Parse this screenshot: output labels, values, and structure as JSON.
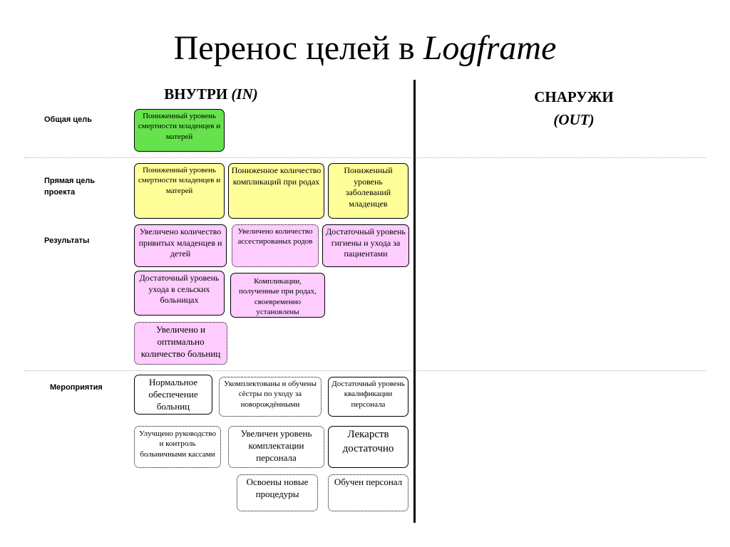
{
  "title": {
    "main": "Перенос целей в ",
    "em": "Logframe"
  },
  "columns": {
    "inside": {
      "label": "ВНУТРИ ",
      "em": "(IN)"
    },
    "outside": {
      "label": "СНАРУЖИ",
      "em": "(OUT)"
    }
  },
  "row_labels": {
    "goal": "Общая цель",
    "purpose": "Прямая цель проекта",
    "results": "Результаты",
    "activities": "Мероприятия"
  },
  "goal": {
    "box1": "Пониженный уровень смертности младенцев  и матерей"
  },
  "purpose": {
    "box1": "Пониженный уровень смертности младенцев  и матерей",
    "box2": "Пониженное количество компликаций при родах",
    "box3": "Пониженный уровень заболеваний младенцев"
  },
  "results": {
    "box1": "Увеличено количество привитых младенцев и детей",
    "box2": "Увеличено количество ассестированых родов",
    "box3": "Достаточный уровень  гигиены и ухода за пациентами",
    "box4": "Достаточный уровень ухода в сельских больницах",
    "box5": "Компликации, полученные при родах, своевременно установлены",
    "box6": "Увеличено и оптимально количество больниц"
  },
  "activities": {
    "box1": "Нормальное обеспечение больниц",
    "box2": "Укомплектованы и обучены сёстры по уходу за новорождёнными",
    "box3": "Достаточный уровень квалификации персонала",
    "box4": "Улучщено руководство и контроль больничными кассами",
    "box5": "Увеличен уровень комплектации персонала",
    "box6": "Лекарств достаточно",
    "box7": "Освоены новые процедуры",
    "box8": "Обучен персонал"
  },
  "colors": {
    "goal": "#66e24c",
    "purpose": "#ffff99",
    "results": "#ffccff",
    "activities": "#ffffff"
  }
}
